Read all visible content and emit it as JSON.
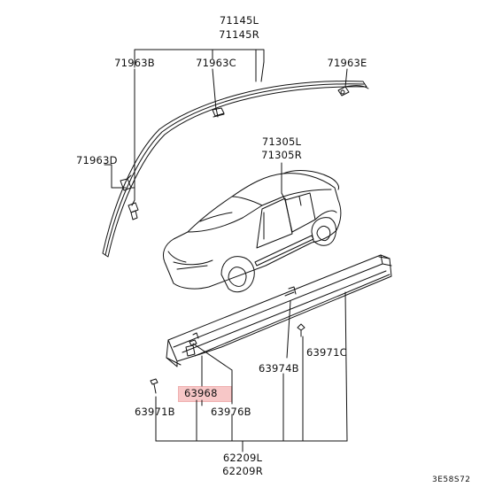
{
  "labels": {
    "p71145L": "71145L",
    "p71145R": "71145R",
    "p71963B": "71963B",
    "p71963C": "71963C",
    "p71963E": "71963E",
    "p71963D": "71963D",
    "p71305L": "71305L",
    "p71305R": "71305R",
    "p63971C": "63971C",
    "p63974B": "63974B",
    "p63968": "63968",
    "p63976B": "63976B",
    "p63971B": "63971B",
    "p62209L": "62209L",
    "p62209R": "62209R"
  },
  "diagram_code": "3E58S72",
  "colors": {
    "line": "#111111",
    "highlight": "#f7c7c7"
  }
}
